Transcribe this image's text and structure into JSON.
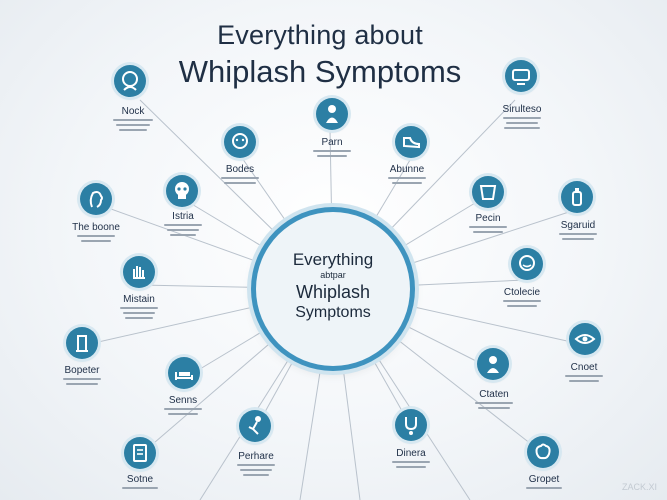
{
  "title": {
    "line1": "Everything about",
    "line2": "Whiplash Symptoms"
  },
  "hub": {
    "line1": "Everything",
    "line2": "abtpar",
    "line3": "Whiplash",
    "line4": "Symptoms"
  },
  "labels": {
    "neck": "Nock",
    "shoulders": "Sirulteso",
    "pain": "Parn",
    "bodes": "Bodes",
    "abunno": "Abunne",
    "the_boone": "The boone",
    "istria": "Istria",
    "pecin": "Pecin",
    "sgaruid": "Sgaruid",
    "mistain": "Mistain",
    "ctolecie": "Ctolecie",
    "bopeter": "Bopeter",
    "senns": "Senns",
    "ctaten": "Ctaten",
    "cnoet": "Cnoet",
    "perhare": "Perhare",
    "dinera": "Dinera",
    "sotne": "Sotne",
    "gropet": "Gropet"
  },
  "icons": {
    "neck": "head-profile-icon",
    "shoulders": "monitor-icon",
    "pain": "person-icon",
    "bodes": "head-icon",
    "abunno": "shoe-icon",
    "the_boone": "face-profile-icon",
    "istria": "skull-icon",
    "pecin": "cup-icon",
    "sgaruid": "bottle-icon",
    "mistain": "hand-icon",
    "ctolecie": "head-icon",
    "bopeter": "column-icon",
    "senns": "bed-icon",
    "ctaten": "person-icon",
    "cnoet": "eye-icon",
    "perhare": "figure-icon",
    "dinera": "stethoscope-icon",
    "sotne": "document-icon",
    "gropet": "brain-icon"
  },
  "watermark": "ZACK.XI",
  "colors": {
    "node": "#2c7fa4",
    "hub_ring": "#3e93bf",
    "title": "#1f2f44",
    "lines": "#b9c2cc"
  }
}
